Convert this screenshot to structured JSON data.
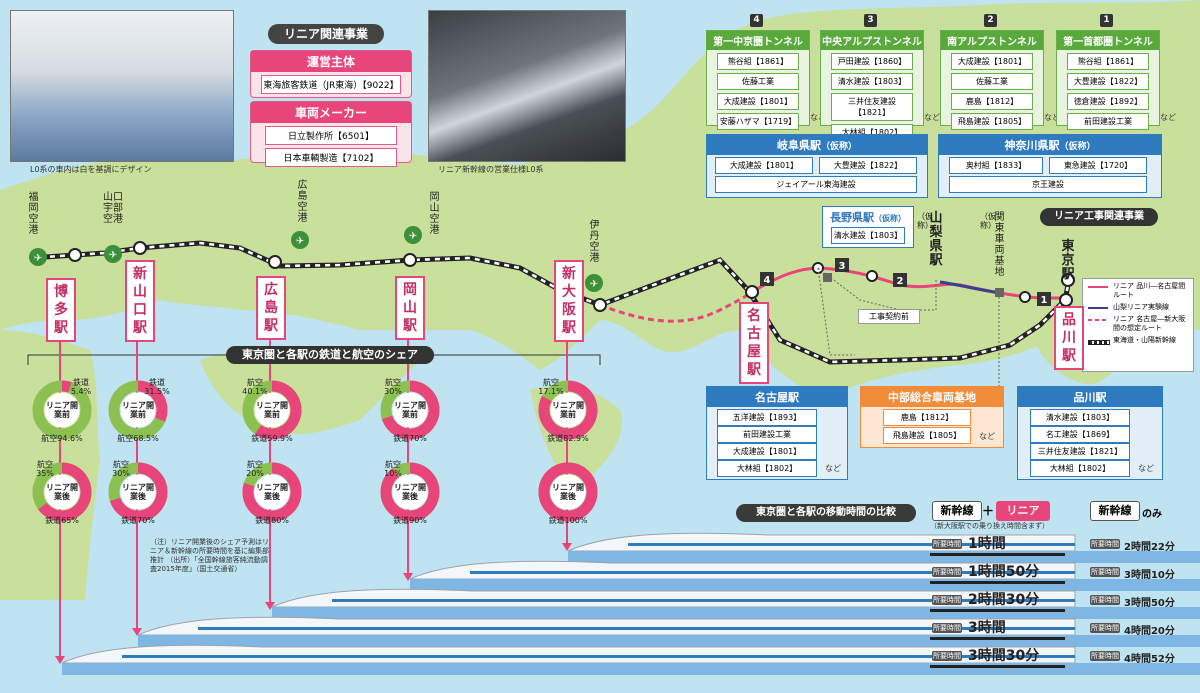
{
  "photos": {
    "interior_caption": "L0系の車内は白を基調にデザイン",
    "exterior_caption": "リニア新幹線の営業仕様L0系"
  },
  "linear_business": {
    "title": "リニア関連事業",
    "operator_head": "運営主体",
    "operator": "東海旅客鉄道（JR東海）【9022】",
    "maker_head": "車両メーカー",
    "makers": [
      "日立製作所【6501】",
      "日本車輌製造【7102】"
    ]
  },
  "tunnels": [
    {
      "num": "4",
      "name": "第一中京圏トンネル",
      "items": [
        "熊谷組【1861】",
        "佐藤工業",
        "大成建設【1801】",
        "安藤ハザマ【1719】"
      ],
      "nado": "など"
    },
    {
      "num": "3",
      "name": "中央アルプストンネル",
      "items": [
        "戸田建設【1860】",
        "清水建設【1803】",
        "三井住友建設【1821】",
        "大林組【1802】"
      ],
      "nado": "など"
    },
    {
      "num": "2",
      "name": "南アルプストンネル",
      "items": [
        "大成建設【1801】",
        "佐藤工業",
        "鹿島【1812】",
        "飛島建設【1805】"
      ],
      "nado": "など"
    },
    {
      "num": "1",
      "name": "第一首都圏トンネル",
      "items": [
        "熊谷組【1861】",
        "大豊建設【1822】",
        "徳倉建設【1892】",
        "前田建設工業"
      ],
      "nado": "など"
    }
  ],
  "station_boxes": {
    "gifu": {
      "head": "岐阜県駅",
      "sub": "（仮称）",
      "items": [
        "大成建設【1801】",
        "大豊建設【1822】",
        "ジェイアール東海建設"
      ]
    },
    "kanagawa": {
      "head": "神奈川県駅",
      "sub": "（仮称）",
      "items": [
        "奥村組【1833】",
        "東急建設【1720】",
        "京王建設"
      ]
    },
    "nagano": {
      "head": "長野県駅",
      "sub": "（仮称）",
      "items": [
        "清水建設【1803】"
      ]
    },
    "nagoya": {
      "head": "名古屋駅",
      "items": [
        "五洋建設【1893】",
        "前田建設工業",
        "大成建設【1801】",
        "大林組【1802】"
      ],
      "nado": "など"
    },
    "depot": {
      "head": "中部総合車両基地",
      "items": [
        "鹿島【1812】",
        "飛島建設【1805】"
      ],
      "nado": "など"
    },
    "shinagawa": {
      "head": "品川駅",
      "items": [
        "清水建設【1803】",
        "名工建設【1869】",
        "三井住友建設【1821】",
        "大林組【1802】"
      ],
      "nado": "など"
    }
  },
  "map_labels": {
    "fukuoka_airport": "福岡空港",
    "yamaguchi_ube_airport": "山口宇部空港",
    "hiroshima_airport": "広島空港",
    "okayama_airport": "岡山空港",
    "itami_airport": "伊丹空港",
    "yamanashi": "山梨県駅",
    "yamanashi_sub": "（仮称）",
    "kanto_depot": "関東車両基地",
    "kanto_depot_sub": "（仮称）",
    "tokyo": "東京駅",
    "contract_before": "工事契約前",
    "construction_head": "リニア工事関連事業"
  },
  "vertical_stations": [
    "博多駅",
    "新山口駅",
    "広島駅",
    "岡山駅",
    "新大阪駅",
    "名古屋駅",
    "品川駅"
  ],
  "legend": {
    "items": [
      {
        "label": "リニア 品川―名古屋間ルート",
        "color": "#e8457a",
        "style": "solid"
      },
      {
        "label": "山梨リニア実験線",
        "color": "#3b3f8c",
        "style": "solid"
      },
      {
        "label": "リニア 名古屋―新大阪間の想定ルート",
        "color": "#e8457a",
        "style": "dashed"
      },
      {
        "label": "東海道・山陽新幹線",
        "color": "#222222",
        "style": "rail"
      }
    ]
  },
  "share": {
    "title": "東京圏と各駅の鉄道と航空のシェア",
    "before_label": "リニア開業前",
    "after_label": "リニア開業後",
    "stations": [
      {
        "name": "博多駅",
        "before": {
          "rail": 5.4,
          "air": 94.6,
          "rail_text": "鉄道 5.4%",
          "air_text": "航空94.6%"
        },
        "after": {
          "rail": 65,
          "air": 35,
          "rail_text": "鉄道65%",
          "air_text": "航空 35%"
        }
      },
      {
        "name": "新山口駅",
        "before": {
          "rail": 31.5,
          "air": 68.5,
          "rail_text": "鉄道 31.5%",
          "air_text": "航空68.5%"
        },
        "after": {
          "rail": 70,
          "air": 30,
          "rail_text": "鉄道70%",
          "air_text": "航空 30%"
        }
      },
      {
        "name": "広島駅",
        "before": {
          "rail": 59.9,
          "air": 40.1,
          "rail_text": "鉄道59.9%",
          "air_text": "航空 40.1%"
        },
        "after": {
          "rail": 80,
          "air": 20,
          "rail_text": "鉄道80%",
          "air_text": "航空 20%"
        }
      },
      {
        "name": "岡山駅",
        "before": {
          "rail": 70,
          "air": 30,
          "rail_text": "鉄道70%",
          "air_text": "航空 30%"
        },
        "after": {
          "rail": 90,
          "air": 10,
          "rail_text": "鉄道90%",
          "air_text": "航空 10%"
        }
      },
      {
        "name": "新大阪駅",
        "before": {
          "rail": 82.9,
          "air": 17.1,
          "rail_text": "鉄道82.9%",
          "air_text": "航空 17.1%"
        },
        "after": {
          "rail": 100,
          "air": 0,
          "rail_text": "鉄道100%",
          "air_text": ""
        }
      }
    ],
    "note": "（注）リニア開業後のシェア予測はリニア＆新幹線の所要時間を基に編集部推計 （出所）「全国幹線旅客純流動調査2015年度」（国土交通省）"
  },
  "times": {
    "title": "東京圏と各駅の移動時間の比較",
    "col1_a": "新幹線",
    "col1_plus": "＋",
    "col1_b": "リニア",
    "col1_note": "（新大阪駅での乗り換え時間含まず）",
    "col2": "新幹線",
    "col2_suffix": "のみ",
    "tag": "所要時間",
    "rows": [
      {
        "with_linear": "1時間",
        "shinkansen_only": "2時間22分"
      },
      {
        "with_linear": "1時間50分",
        "shinkansen_only": "3時間10分"
      },
      {
        "with_linear": "2時間30分",
        "shinkansen_only": "3時間50分"
      },
      {
        "with_linear": "3時間",
        "shinkansen_only": "4時間20分"
      },
      {
        "with_linear": "3時間30分",
        "shinkansen_only": "4時間52分"
      }
    ]
  }
}
